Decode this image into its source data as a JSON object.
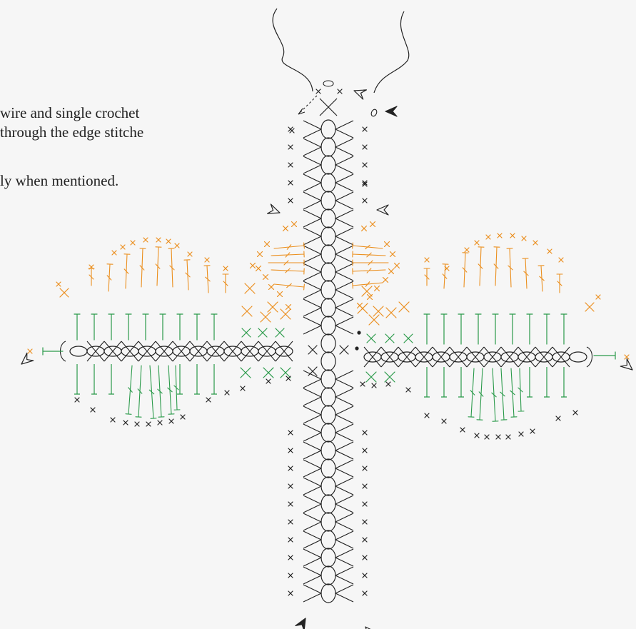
{
  "notes": {
    "line_1": "wire and single crochet",
    "line_2": "through the edge stitche",
    "line_3": "ly when mentioned."
  },
  "colors": {
    "base": "#222222",
    "round_green": "#2a9a4a",
    "round_orange": "#eb8f1e",
    "background": "#f6f6f6"
  },
  "symbols": {
    "chain": "oval",
    "single_crochet": "x",
    "half_double": "T",
    "double": "T-slash",
    "slip_stitch": "dot",
    "start": "open-arrowhead",
    "finish": "filled-arrowhead",
    "wire": "wavy-line"
  }
}
